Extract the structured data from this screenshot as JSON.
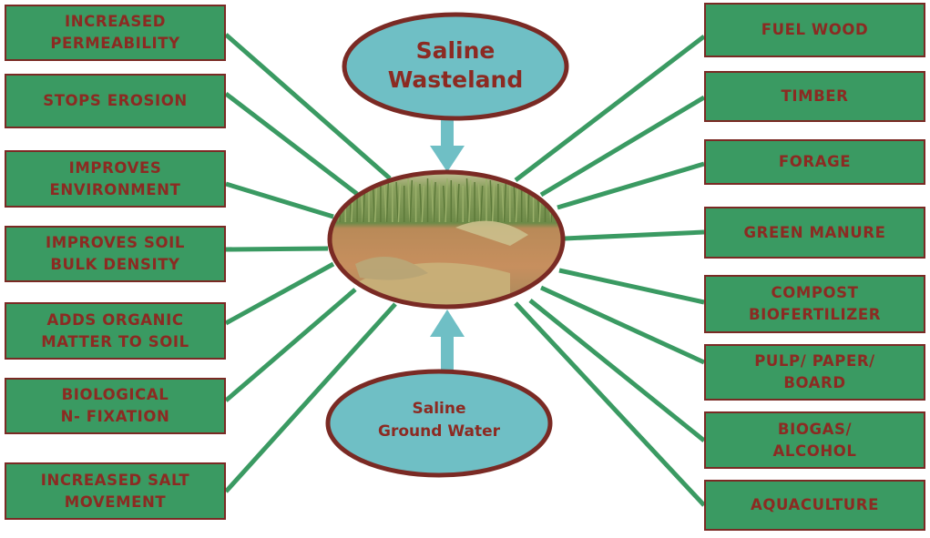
{
  "colors": {
    "box_fill": "#3a9a62",
    "box_border": "#7a2a24",
    "text": "#8c2a22",
    "connector": "#3a9a62",
    "oval_fill": "#6fbfc5",
    "oval_border": "#7a2a24",
    "arrow": "#6fbfc5"
  },
  "top_oval": {
    "label": "Saline\nWasteland"
  },
  "bottom_oval": {
    "label": "Saline\nGround Water"
  },
  "center": {
    "image": "harvested-grass-field-photo"
  },
  "left_boxes": [
    "INCREASED\nPERMEABILITY",
    "STOPS EROSION",
    "IMPROVES\nENVIRONMENT",
    "IMPROVES SOIL\n BULK DENSITY",
    "ADDS ORGANIC\nMATTER TO SOIL",
    "BIOLOGICAL\nN- FIXATION",
    "INCREASED SALT\nMOVEMENT"
  ],
  "right_boxes": [
    "FUEL WOOD",
    "TIMBER",
    "FORAGE",
    "GREEN MANURE",
    "COMPOST\nBIOFERTILIZER",
    "PULP/ PAPER/\nBOARD",
    "BIOGAS/\nALCOHOL",
    "AQUACULTURE"
  ]
}
